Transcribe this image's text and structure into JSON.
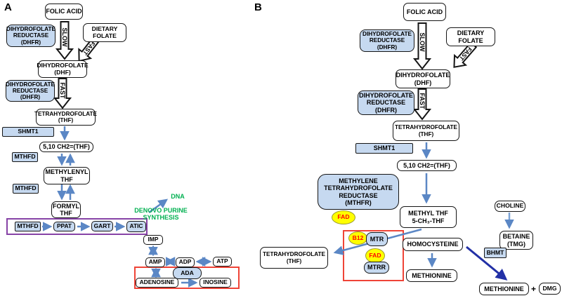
{
  "figure": {
    "type": "pathway-diagram",
    "description": "Folate metabolism pathway, two panels"
  },
  "colors": {
    "enzyme_box_fill": "#C6D9F0",
    "arrow_blue": "#5B87C5",
    "arrow_navy": "#2230A6",
    "green_text": "#00B050",
    "cofactor_text": "#FF0000",
    "cofactor_fill": "#FFFF00",
    "purple_frame": "#8743A6",
    "red_frame": "#EF4437"
  },
  "panel_a": {
    "label": "A",
    "folic_acid": "FOLIC ACID",
    "dhfr_top": "DIHYDROFOLATE\nREDUCTASE\n(DHFR)",
    "slow": "SLOW",
    "dietary_folate": "DIETARY\nFOLATE",
    "fast_diag": "FAST",
    "dhf": "DIHYDROFOLATE\n(DHF)",
    "dhfr_mid": "DIHYDROFOLATE\nREDUCTASE\n(DHFR)",
    "fast": "FAST",
    "thf": "TETRAHYDROFOLATE\n(THF)",
    "shmt1": "SHMT1",
    "ch2_thf": "5,10 CH2=(THF)",
    "mthfd_1": "MTHFD",
    "methylenyl_thf": "METHYLENYL\nTHF",
    "mthfd_2": "MTHFD",
    "formyl_thf": "FORMYL\nTHF",
    "dna": "DNA",
    "denovo": "DENOVO PURINE\nSYNTHESIS",
    "mthfd_3": "MTHFD",
    "ppat": "PPAT",
    "gart": "GART",
    "atic": "ATIC",
    "imp": "IMP",
    "amp": "AMP",
    "adp": "ADP",
    "atp": "ATP",
    "ada": "ADA",
    "adenosine": "ADENOSINE",
    "inosine": "INOSINE"
  },
  "panel_b": {
    "label": "B",
    "folic_acid": "FOLIC ACID",
    "dhfr_top": "DIHYDROFOLATE\nREDUCTASE\n(DHFR)",
    "slow": "SLOW",
    "dietary_folate": "DIETARY\nFOLATE",
    "fast_diag": "FAST",
    "dhf": "DIHYDROFOLATE\n(DHF)",
    "dhfr_mid": "DIHYDROFOLATE\nREDUCTASE\n(DHFR)",
    "fast": "FAST",
    "thf": "TETRAHYDROFOLATE\n(THF)",
    "shmt1": "SHMT1",
    "ch2_thf": "5,10 CH2=(THF)",
    "mthfr": "METHYLENE\nTETRAHYDROFOLATE\nREDUCTASE\n(MTHFR)",
    "fad_1": "FAD",
    "methyl_thf": "METHYL THF\n5-CH₃-THF",
    "b12": "B12",
    "mtr": "MTR",
    "fad_2": "FAD",
    "mtrr": "MTRR",
    "thf_product": "TETRAHYDROFOLATE\n(THF)",
    "homocysteine": "HOMOCYSTEINE",
    "methionine": "METHIONINE",
    "choline": "CHOLINE",
    "betaine": "BETAINE\n(TMG)",
    "bhmt": "BHMT",
    "methionine_2": "METHIONINE",
    "plus": "+",
    "dmg": "DMG"
  }
}
